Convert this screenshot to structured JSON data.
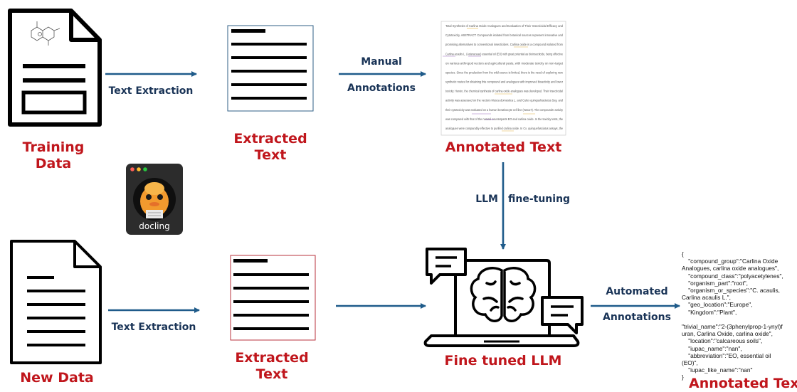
{
  "labels": {
    "training_data": "Training\nData",
    "new_data": "New Data",
    "extracted_text_top": "Extracted\nText",
    "extracted_text_bottom": "Extracted\nText",
    "annotated_text_top": "Annotated Text",
    "annotated_text_bottom": "Annotated Text",
    "fine_tuned_llm": "Fine tuned LLM"
  },
  "arrows": {
    "text_extraction_top": "Text Extraction",
    "text_extraction_bottom": "Text Extraction",
    "manual": "Manual",
    "annotations_manual": "Annotations",
    "llm": "LLM",
    "fine_tuning": "fine-tuning",
    "automated": "Automated",
    "annotations_automated": "Annotations"
  },
  "docling": {
    "label": "docling"
  },
  "annotated_doc": {
    "lines": [
      "Total Synthesis of Carlina Oxide Analogues and Evaluation of Their Insecticidal Efficacy and",
      "Cytotoxicity. ABSTRACT: Compounds isolated from botanical sources represent innovative and",
      "promising alternatives to conventional insecticides. Carlina oxide is a compound isolated from",
      "Carlina acaulis L. (Asteraceae) essential oil (EO) with great potential as bioinsecticide, being effective",
      "on various arthropod vectors and agricultural pests, with moderate toxicity on non-target",
      "species. Since the production from the wild source is limited, there is the need of exploring new",
      "synthetic routes for obtaining this compound and analogues with improved bioactivity and lower",
      "toxicity. Herein, the chemical synthesis of carlina oxide analogues was developed. Their insecticidal",
      "activity was assessed on the vectors Musca domestica L. and Culex quinquefasciatus Say, and",
      "their cytotoxicity was evaluated on a human keratinocyte cell line (HaCaT). The compounds' activity",
      "was compared with that of the natural counterparts EO and carlina oxide. In the toxicity tests, the",
      "analogues were comparably effective to purified carlina oxide. In Cx. quinquefasciatus assays, the"
    ]
  },
  "annotated_output": "{\n    \"compound_group\":\"Carlina Oxide\nAnalogues, carlina oxide analogues\",\n    \"compound_class\":\"polyacetylenes\",\n    \"organism_part\":\"root\",\n    \"organism_or_species\":\"C. acaulis,\nCarlina acaulis L.\",\n    \"geo_location\":\"Europe\",\n    \"Kingdom\":\"Plant\",\n\n\"trivial_name\":\"2-(3phenylprop-1-ynyl)f\nuran, Carlina Oxide, carlina oxide\",\n    \"location\":\"calcareous soils\",\n    \"iupac_name\":\"nan\",\n    \"abbreviation\":\"EO, essential oil\n(EO)\",\n    \"iupac_like_name\":\"nan\"\n}",
  "colors": {
    "label_red": "#c0161c",
    "arrow_blue": "#1f5b8a",
    "text_navy": "#1a3457",
    "frame_blue": "#2f5f86",
    "frame_red": "#b8333c",
    "docling_bg": "#2c2c2c",
    "duck_orange": "#f29a2e"
  }
}
